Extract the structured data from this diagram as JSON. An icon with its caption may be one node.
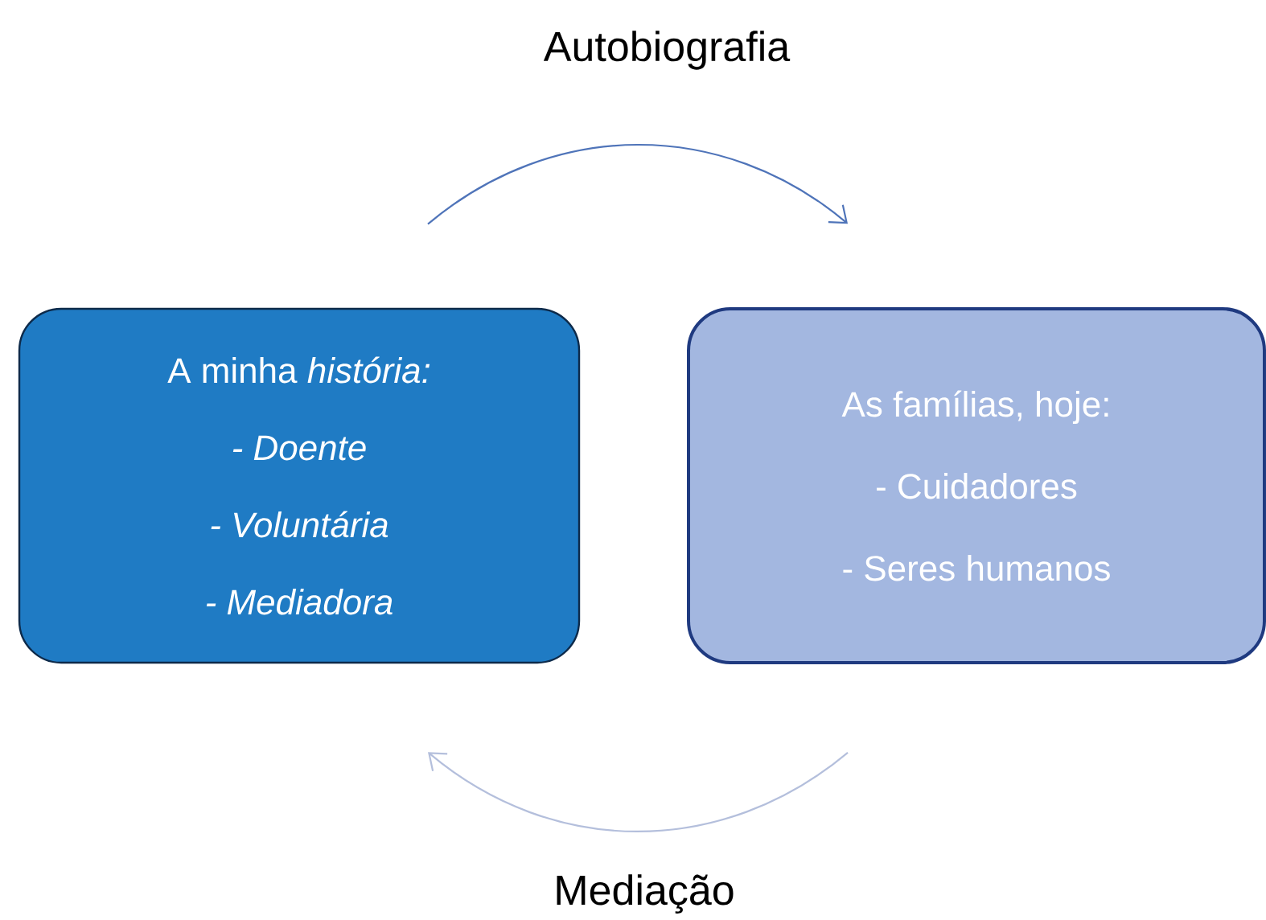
{
  "diagram": {
    "nodes": [
      {
        "text": [
          "A minha *história:*",
          "- Doente",
          "- Voluntária",
          "- Mediadora"
        ]
      },
      {
        "text": [
          "As famílias, hoje:",
          "- Cuidadores",
          "- Seres humanos"
        ]
      }
    ],
    "edges": [
      {
        "from": 0,
        "to": 1,
        "arrow": "to",
        "label": "Autobiografia"
      },
      {
        "from": 1,
        "to": 0,
        "arrow": "to",
        "label": "Mediação",
        "color": "#b4bfdc"
      }
    ]
  }
}
